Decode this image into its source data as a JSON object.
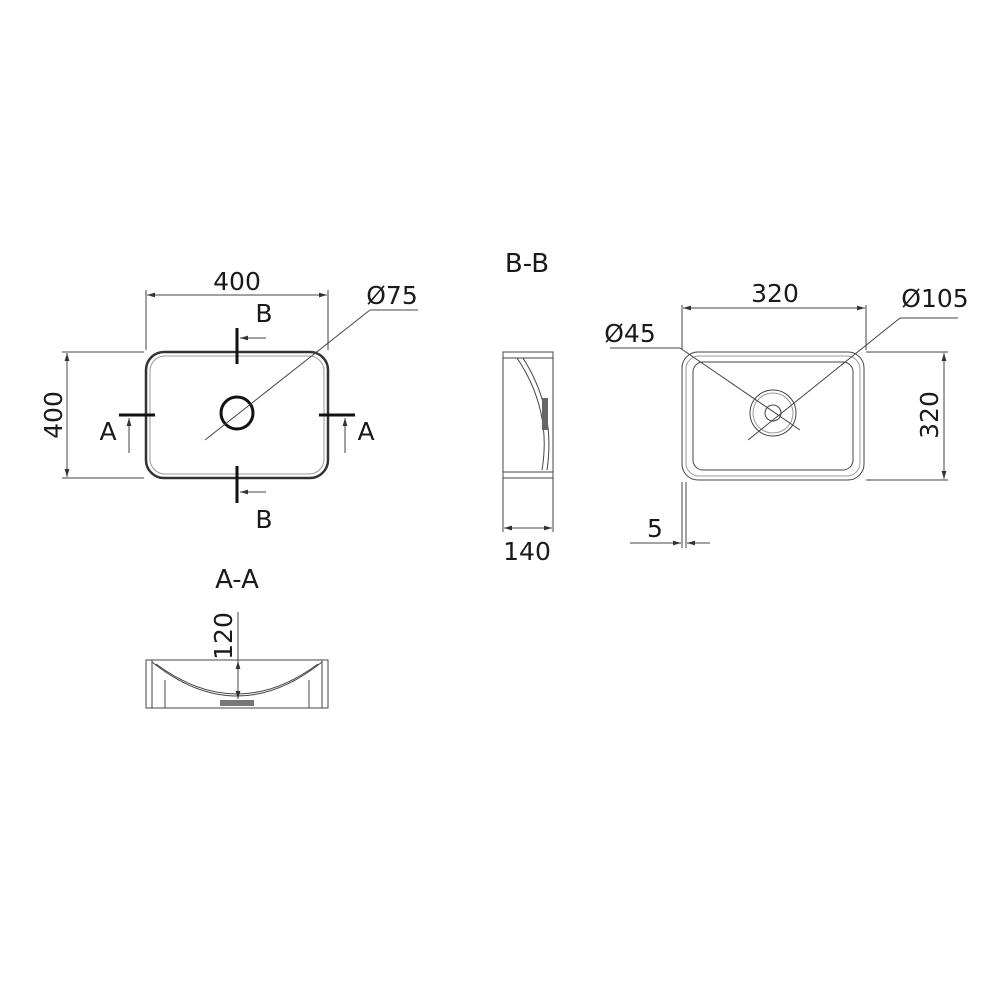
{
  "top_view": {
    "width_dim": "400",
    "height_dim": "400",
    "drain_dia": "Ø75",
    "section_b_top": "B",
    "section_b_bottom": "B",
    "section_a_left": "A",
    "section_a_right": "A"
  },
  "section_aa": {
    "title": "A-A",
    "depth_dim": "120"
  },
  "section_bb": {
    "title": "B-B",
    "depth_dim": "140"
  },
  "bottom_view": {
    "width_dim": "320",
    "height_dim": "320",
    "outer_dia": "Ø105",
    "inner_dia": "Ø45",
    "offset_dim": "5"
  }
}
